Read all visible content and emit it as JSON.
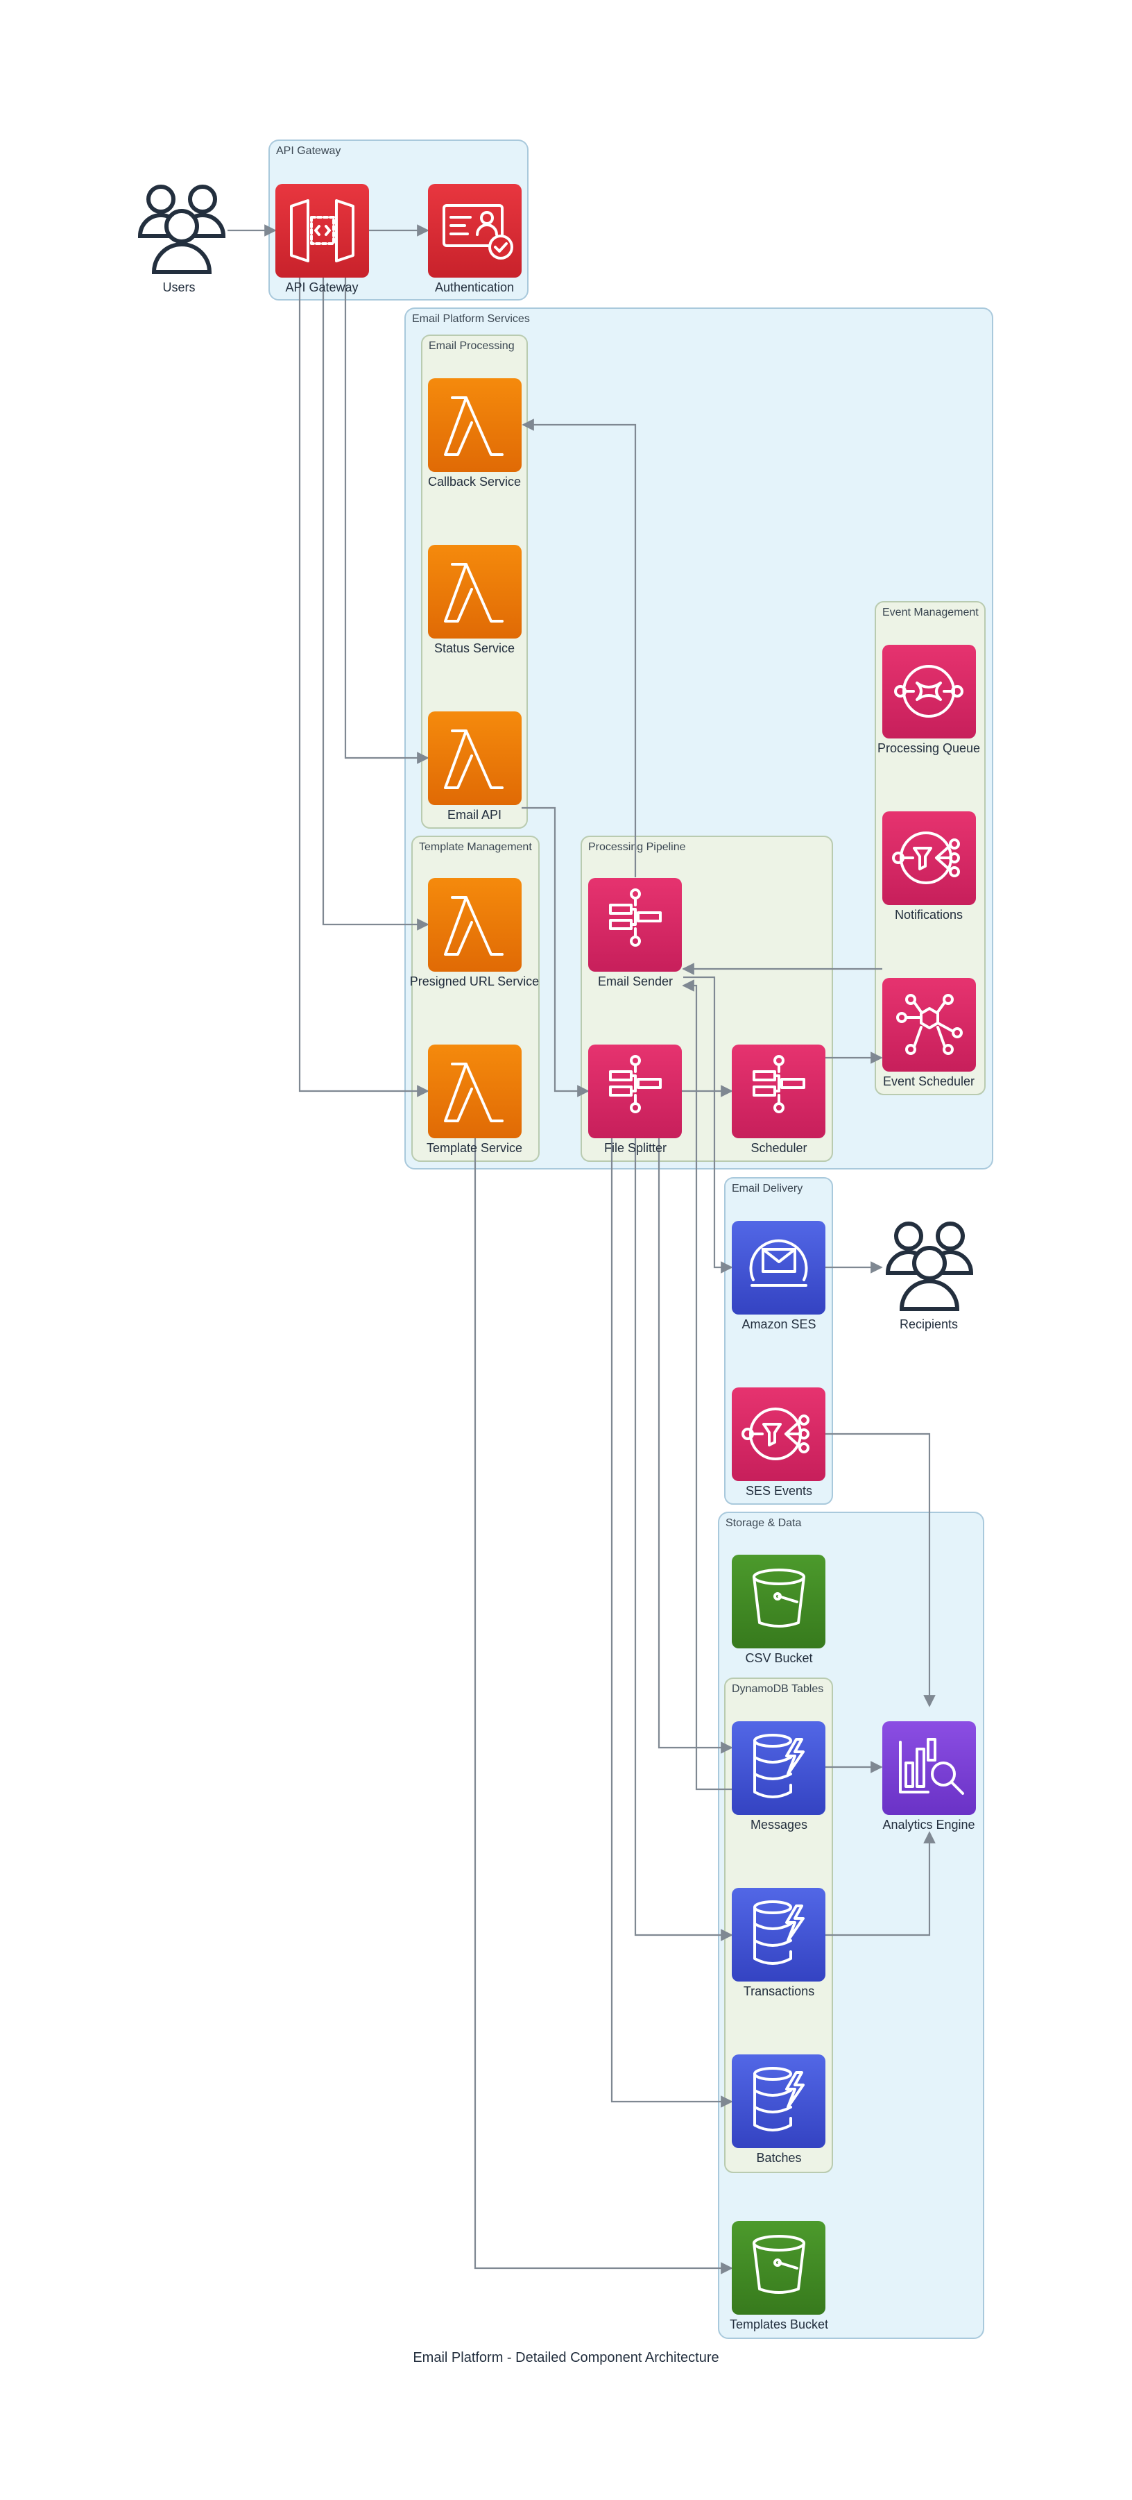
{
  "caption": "Email Platform - Detailed Component Architecture",
  "groups": {
    "api_gateway": "API Gateway",
    "email_platform_services": "Email Platform Services",
    "email_processing": "Email Processing",
    "template_management": "Template Management",
    "processing_pipeline": "Processing Pipeline",
    "event_management": "Event Management",
    "email_delivery": "Email Delivery",
    "storage_data": "Storage & Data",
    "dynamodb_tables": "DynamoDB Tables"
  },
  "nodes": {
    "users": "Users",
    "api_gateway": "API Gateway",
    "authentication": "Authentication",
    "callback_service": "Callback Service",
    "status_service": "Status Service",
    "email_api": "Email API",
    "presigned_url_service": "Presigned URL Service",
    "template_service": "Template Service",
    "email_sender": "Email Sender",
    "file_splitter": "File Splitter",
    "scheduler": "Scheduler",
    "processing_queue": "Processing Queue",
    "notifications": "Notifications",
    "event_scheduler": "Event Scheduler",
    "amazon_ses": "Amazon SES",
    "ses_events": "SES Events",
    "recipients": "Recipients",
    "csv_bucket": "CSV Bucket",
    "messages": "Messages",
    "transactions": "Transactions",
    "batches": "Batches",
    "templates_bucket": "Templates Bucket",
    "analytics_engine": "Analytics Engine"
  },
  "colors": {
    "api_red": "#d82a33",
    "lambda_orange": "#ed7100",
    "app_pink": "#d9286b",
    "ses_blue": "#4051d1",
    "storage_green": "#3f8624",
    "analytics_purple": "#7b3fd4",
    "group_blue": "#e4f3fa",
    "group_green": "#edf3e6",
    "edge_gray": "#7f8892"
  },
  "icons": {
    "users": "users-icon",
    "api_gateway": "api-gateway-icon",
    "authentication": "authentication-icon",
    "lambda": "lambda-icon",
    "step_functions": "step-functions-icon",
    "sqs": "queue-icon",
    "sns": "notifications-icon",
    "eventbridge_scheduler": "event-scheduler-icon",
    "ses": "ses-icon",
    "s3": "bucket-icon",
    "dynamodb": "dynamodb-icon",
    "analytics": "analytics-icon",
    "recipients": "recipients-icon"
  }
}
